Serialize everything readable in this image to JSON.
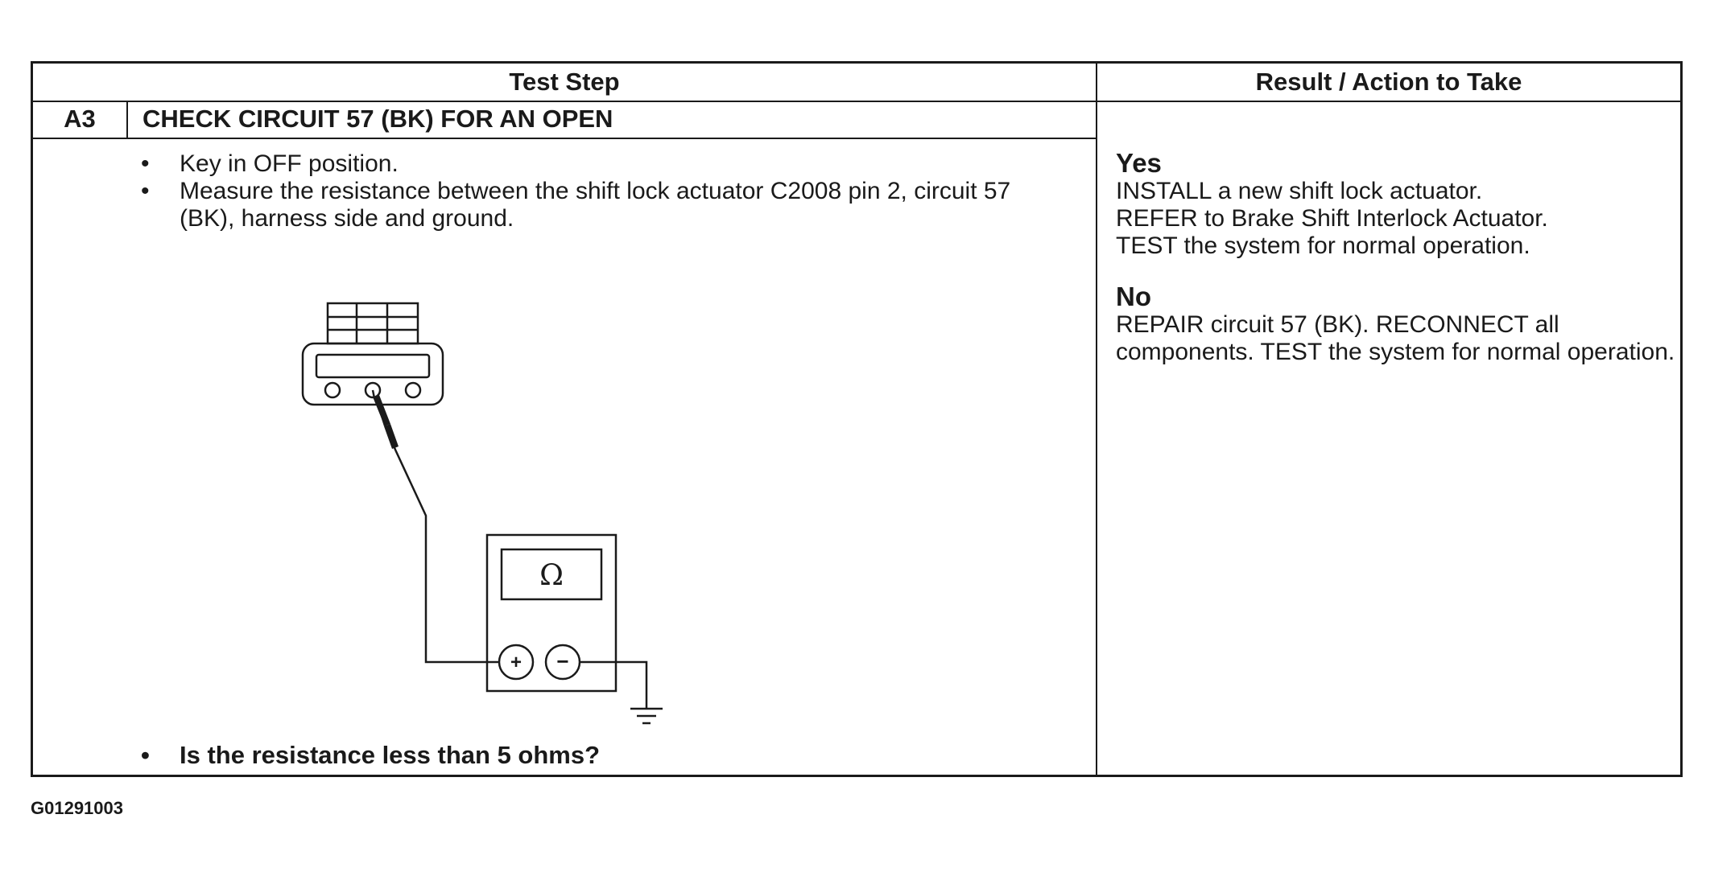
{
  "table": {
    "header_left": "Test Step",
    "header_right": "Result / Action to Take",
    "step_id": "A3",
    "step_title": "CHECK CIRCUIT 57 (BK) FOR AN OPEN",
    "bullets": [
      "Key in OFF position.",
      "Measure the resistance between the shift lock actuator C2008 pin 2, circuit 57 (BK), harness side and ground."
    ],
    "question": "Is the resistance less than 5 ohms?",
    "results": [
      {
        "label": "Yes",
        "lines": [
          "INSTALL a new shift lock actuator.",
          "REFER to Brake Shift Interlock Actuator.",
          "TEST the system for normal operation."
        ]
      },
      {
        "label": "No",
        "lines": [
          "REPAIR circuit 57 (BK). RECONNECT all components. TEST the system for normal operation."
        ]
      }
    ]
  },
  "diagram": {
    "meter_symbol": "Ω",
    "plus_symbol": "+",
    "minus_symbol": "−"
  },
  "bullet_char": "•",
  "figure_id": "G01291003"
}
